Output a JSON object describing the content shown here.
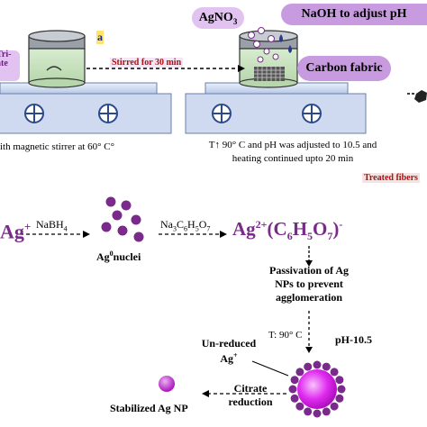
{
  "top": {
    "beaker1_label_lines": [
      "Tri-",
      "ate"
    ],
    "small_a": "a",
    "agno3": "AgNO",
    "agno3_sub": "3",
    "naoh": "NaOH to adjust pH",
    "stirred": "Stirred for 30 min",
    "carbon_fabric": "Carbon fabric",
    "stirrer_caption": "ith magnetic stirrer at 60° C°",
    "condition_line1": "T↑ 90° C and pH was adjusted to 10.5 and",
    "condition_line2": "heating continued upto 20 min",
    "treated": "Treated fibers"
  },
  "mechanism": {
    "ag_plus": "Ag",
    "ag_plus_sup": "+",
    "nabh4": "NaBH",
    "nabh4_sub": "4",
    "nuclei": "Ag",
    "nuclei_sup": "0",
    "nuclei_rest": "nuclei",
    "citrate_reagent": "Na",
    "citrate_reagent_parts": [
      "3",
      "C",
      "6",
      "H",
      "5",
      "O",
      "7"
    ],
    "complex_ag": "Ag",
    "complex_sup": "2+",
    "complex_body": "(C",
    "complex_parts": [
      "6",
      "H",
      "5",
      "O",
      "7",
      ")"
    ],
    "complex_minus": "-",
    "passivation_lines": [
      "Passivation of Ag",
      "NPs to prevent",
      "agglomeration"
    ],
    "temp": "T: 90° C",
    "ph": "pH-10.5",
    "unreduced": "Un-reduced",
    "unreduced_ag": "Ag",
    "unreduced_sup": "+",
    "citrate": "Citrate",
    "reduction": "reduction",
    "stabilized": "Stabilized Ag NP"
  },
  "colors": {
    "purple": "#7a2a8a",
    "lavender_tag": "#e2c2f0",
    "red_text": "#b01010",
    "sphere_center": "#e02af0"
  }
}
